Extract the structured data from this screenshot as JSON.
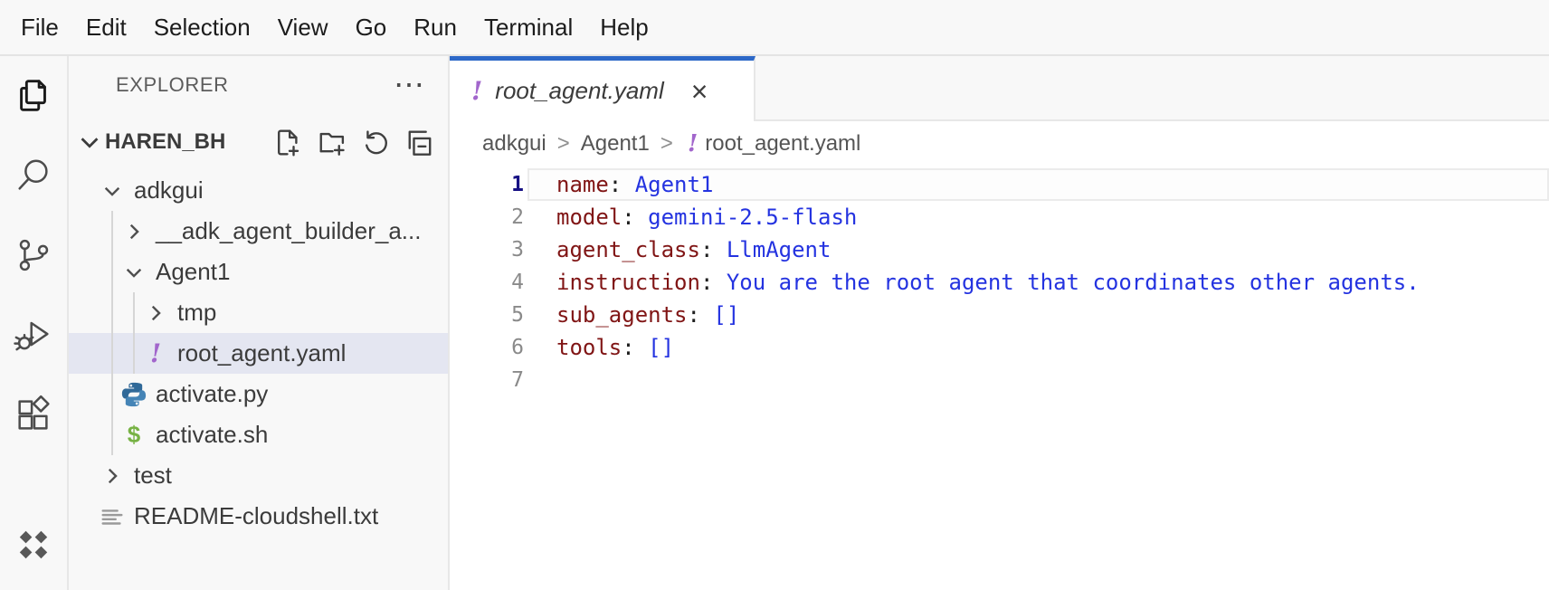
{
  "menu": {
    "items": [
      "File",
      "Edit",
      "Selection",
      "View",
      "Go",
      "Run",
      "Terminal",
      "Help"
    ]
  },
  "activity_bar": {
    "icons": [
      "explorer-icon",
      "search-icon",
      "source-control-icon",
      "run-debug-icon",
      "extensions-icon",
      "cloud-code-icon"
    ],
    "active": "explorer-icon"
  },
  "sidebar": {
    "title": "EXPLORER",
    "more_actions_icon": "⋯",
    "workspace": {
      "name": "HAREN_BH",
      "actions": [
        "new-file-icon",
        "new-folder-icon",
        "refresh-icon",
        "collapse-all-icon"
      ]
    },
    "tree": [
      {
        "label": "adkgui",
        "kind": "folder",
        "expanded": true,
        "level": 1
      },
      {
        "label": "__adk_agent_builder_a...",
        "kind": "folder",
        "expanded": false,
        "level": 2
      },
      {
        "label": "Agent1",
        "kind": "folder",
        "expanded": true,
        "level": 2
      },
      {
        "label": "tmp",
        "kind": "folder",
        "expanded": false,
        "level": 3
      },
      {
        "label": "root_agent.yaml",
        "kind": "yaml",
        "level": 3,
        "selected": true
      },
      {
        "label": "activate.py",
        "kind": "python",
        "level": 2
      },
      {
        "label": "activate.sh",
        "kind": "shell",
        "level": 2
      },
      {
        "label": "test",
        "kind": "folder",
        "expanded": false,
        "level": 1
      },
      {
        "label": "README-cloudshell.txt",
        "kind": "text",
        "level": 1
      }
    ]
  },
  "editor": {
    "tab": {
      "icon": "yaml-warning-icon",
      "title": "root_agent.yaml",
      "close_icon": "×"
    },
    "breadcrumb": {
      "items": [
        "adkgui",
        "Agent1",
        "root_agent.yaml"
      ],
      "separator": ">",
      "file_icon": "yaml-warning-icon"
    },
    "lines": [
      {
        "num": "1",
        "current": true,
        "tokens": [
          {
            "text": "name",
            "type": "key"
          },
          {
            "text": ": ",
            "type": "punct"
          },
          {
            "text": "Agent1",
            "type": "value"
          }
        ]
      },
      {
        "num": "2",
        "tokens": [
          {
            "text": "model",
            "type": "key"
          },
          {
            "text": ": ",
            "type": "punct"
          },
          {
            "text": "gemini-2.5-flash",
            "type": "value"
          }
        ]
      },
      {
        "num": "3",
        "tokens": [
          {
            "text": "agent_class",
            "type": "key"
          },
          {
            "text": ": ",
            "type": "punct"
          },
          {
            "text": "LlmAgent",
            "type": "value"
          }
        ]
      },
      {
        "num": "4",
        "tokens": [
          {
            "text": "instruction",
            "type": "key"
          },
          {
            "text": ": ",
            "type": "punct"
          },
          {
            "text": "You are the root agent that coordinates other agents.",
            "type": "value"
          }
        ]
      },
      {
        "num": "5",
        "tokens": [
          {
            "text": "sub_agents",
            "type": "key"
          },
          {
            "text": ": ",
            "type": "punct"
          },
          {
            "text": "[]",
            "type": "value"
          }
        ]
      },
      {
        "num": "6",
        "tokens": [
          {
            "text": "tools",
            "type": "key"
          },
          {
            "text": ": ",
            "type": "punct"
          },
          {
            "text": "[]",
            "type": "value"
          }
        ]
      },
      {
        "num": "7",
        "tokens": []
      }
    ]
  },
  "colors": {
    "accent_tab_border": "#2d68c8",
    "yaml_key": "#801515",
    "yaml_value": "#2433e0",
    "punctuation": "#1f1f1f",
    "selected_row": "#e4e6f1",
    "warning_purple": "#a266cc",
    "python_blue_dark": "#306998",
    "python_blue_light": "#4584b6",
    "shell_green": "#77b244"
  }
}
